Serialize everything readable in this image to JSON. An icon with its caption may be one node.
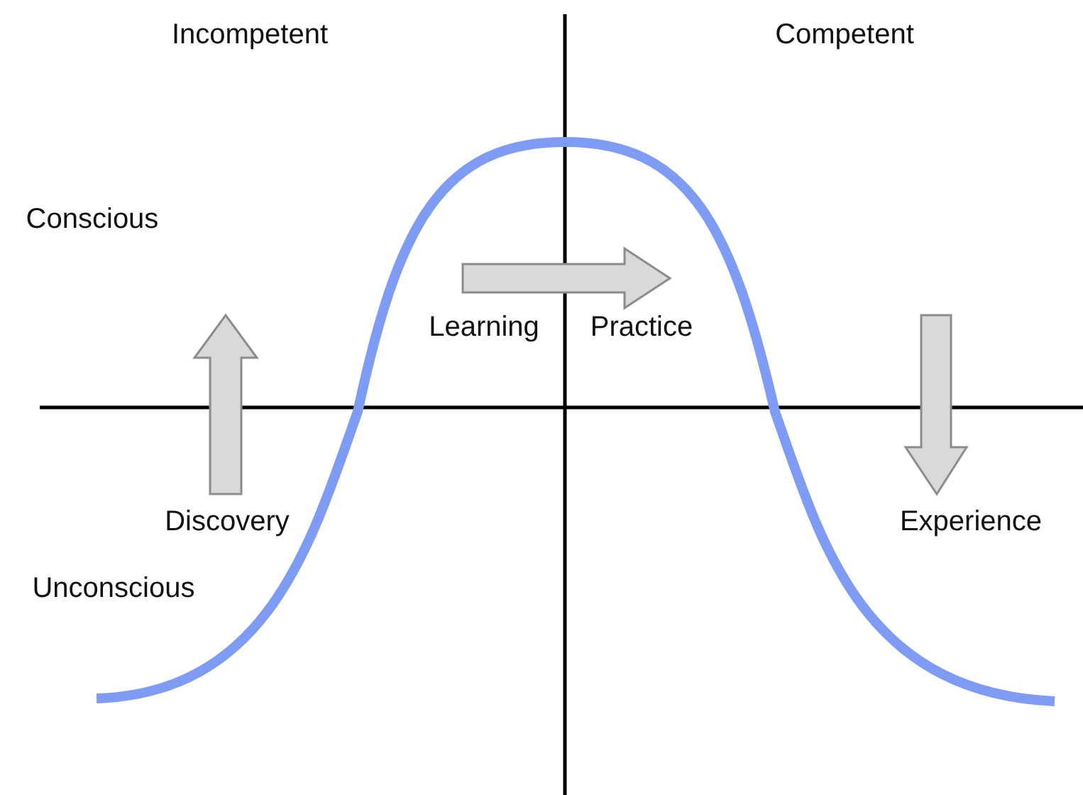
{
  "diagram": {
    "labels": [
      "Incompetent",
      "Competent",
      "Conscious",
      "Learning",
      "Practice",
      "Discovery",
      "Unconscious",
      "Experience"
    ]
  }
}
